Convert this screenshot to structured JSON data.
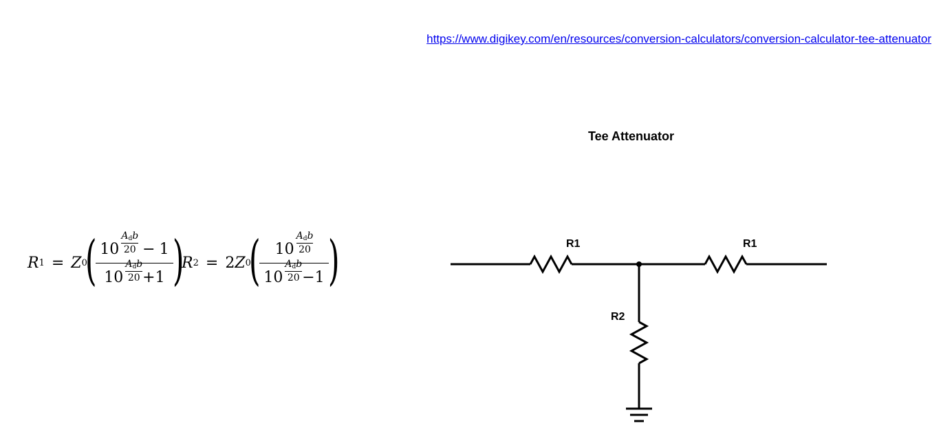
{
  "link": {
    "text": "https://www.digikey.com/en/resources/conversion-calculators/conversion-calculator-tee-attenuator"
  },
  "title": "Tee Attenuator",
  "formula": {
    "r1_lhs": "R",
    "r1_sub": "1",
    "eq": "=",
    "z": "Z",
    "z_sub": "0",
    "base": "10",
    "exp_num": "A",
    "exp_num_sub": "d",
    "exp_num_b": "b",
    "exp_den": "20",
    "minus": "−",
    "plus": "+",
    "one": "1",
    "r2_lhs": "R",
    "r2_sub": "2",
    "two": "2"
  },
  "circuit": {
    "r1_left_label": "R1",
    "r1_right_label": "R1",
    "r2_label": "R2"
  }
}
